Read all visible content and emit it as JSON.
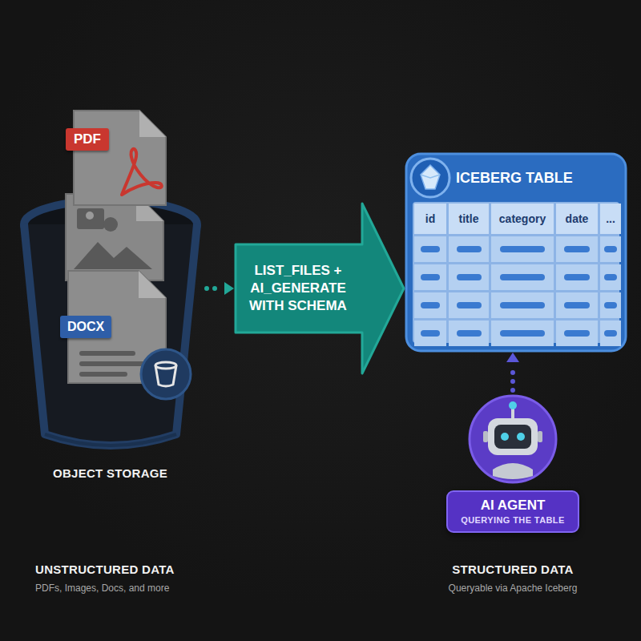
{
  "diagram": {
    "nodes": [
      {
        "text": [
          "OBJECT STORAGE"
        ]
      },
      {
        "text": [
          "PDF"
        ],
        "in": 0
      },
      {
        "text": [
          "DOCX"
        ],
        "in": 0
      },
      {
        "text": [
          "LIST_FILES + AI_GENERATE WITH SCHEMA"
        ]
      },
      {
        "text": [
          "ICEBERG TABLE"
        ]
      },
      {
        "text": [
          "AI AGENT",
          "QUERYING THE TABLE"
        ]
      }
    ],
    "edges": [
      {
        "from": 0,
        "to": 3,
        "arrow": "to"
      },
      {
        "from": 5,
        "to": 4,
        "arrow": "to"
      }
    ],
    "labels": [
      "id",
      "title",
      "category",
      "date",
      "...",
      "UNSTRUCTURED DATA",
      "PDFs, Images, Docs, and more",
      "STRUCTURED DATA",
      "Queryable via Apache Iceberg"
    ]
  }
}
